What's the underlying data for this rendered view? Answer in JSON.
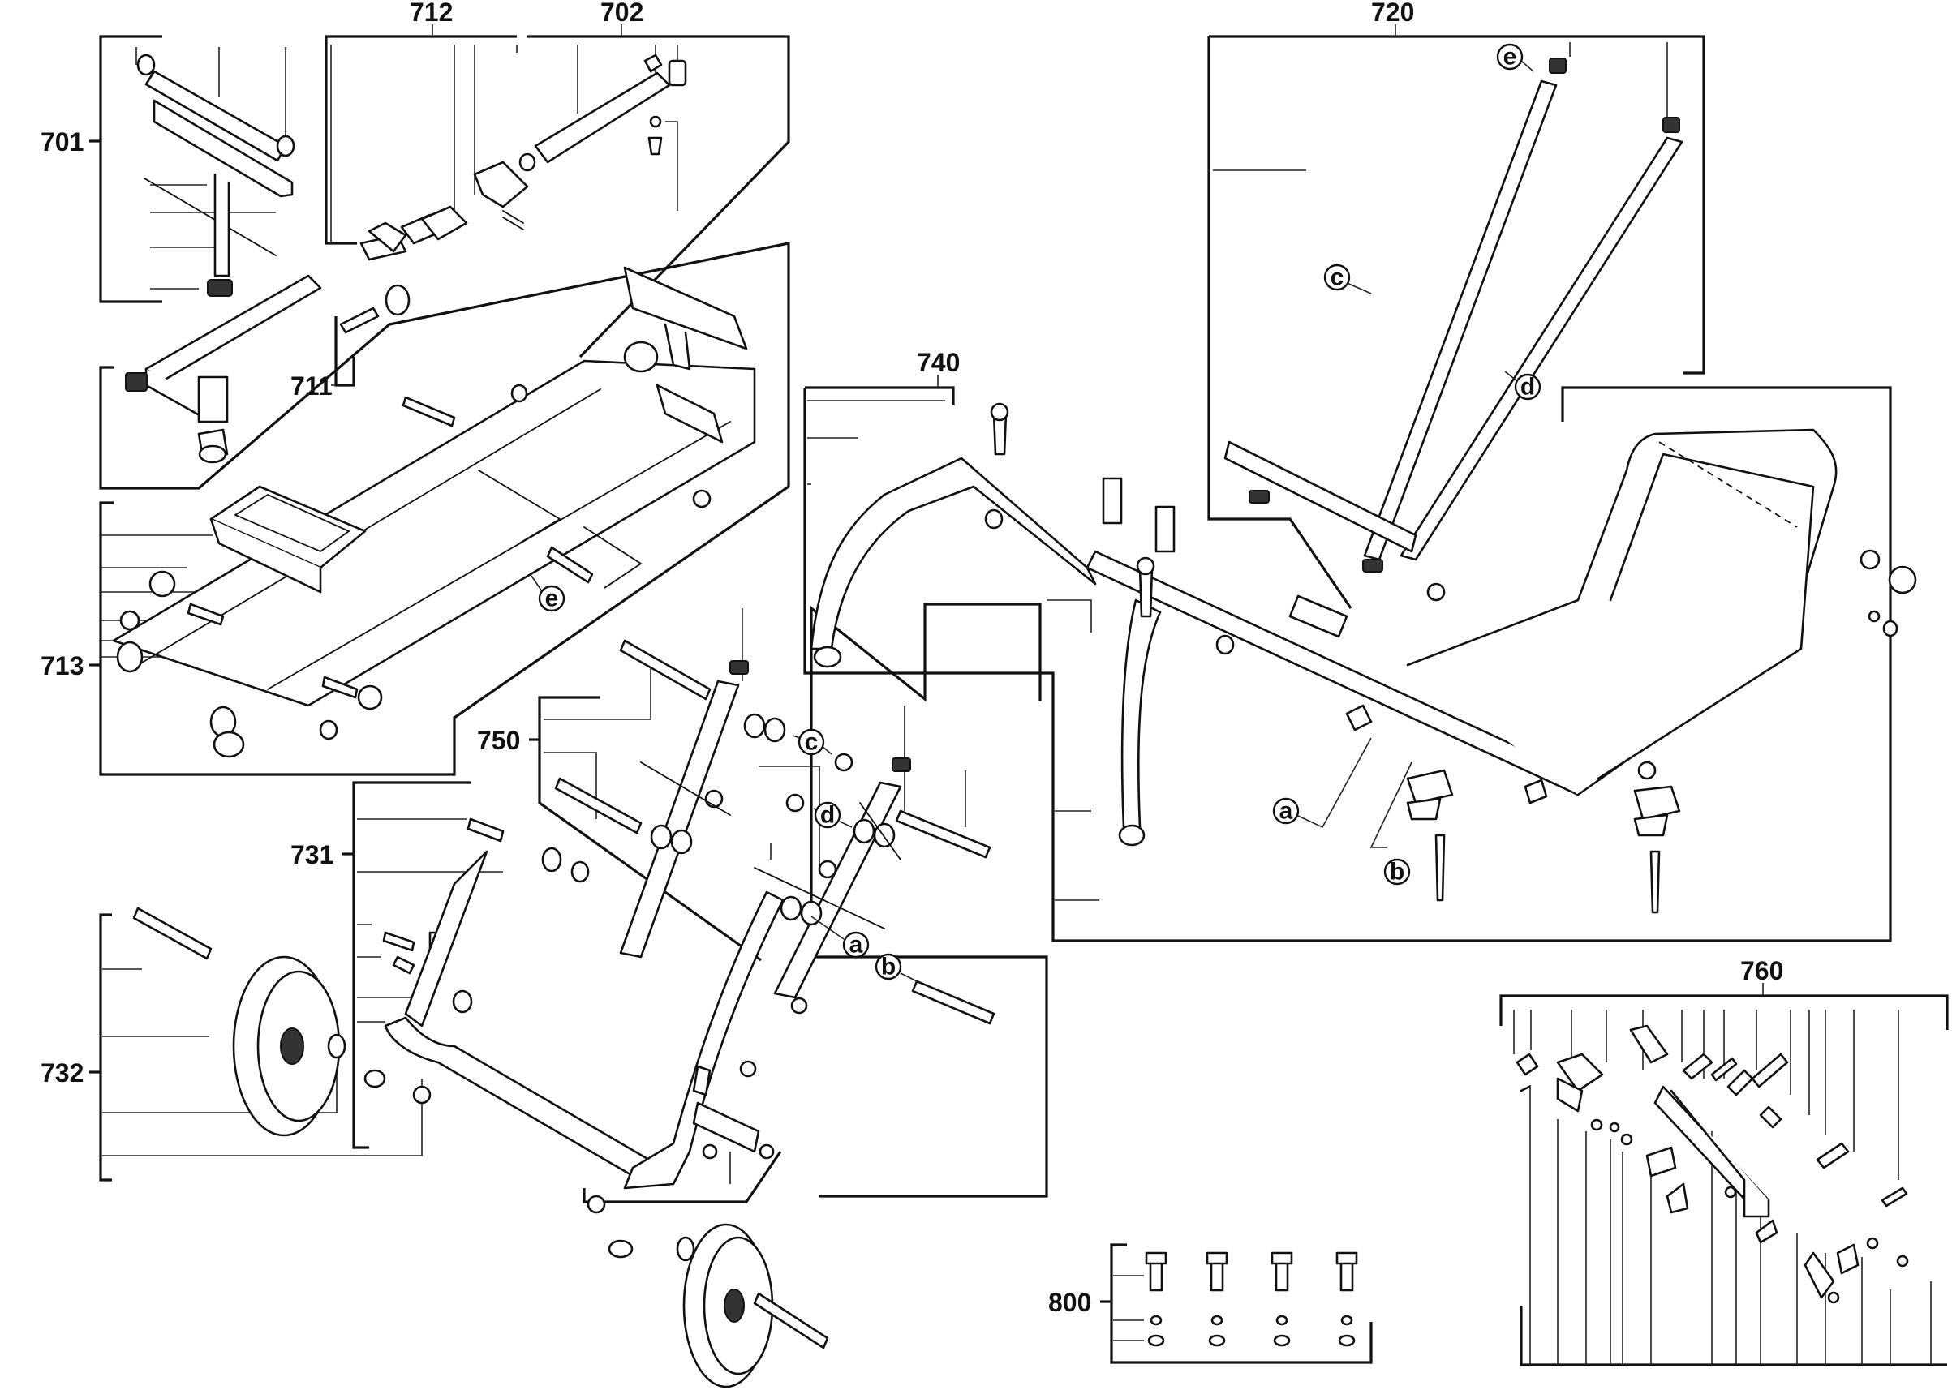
{
  "diagram": {
    "title": "Stand exploded parts diagram",
    "groups": [
      {
        "id": "701",
        "label": "701"
      },
      {
        "id": "702",
        "label": "702"
      },
      {
        "id": "711",
        "label": "711"
      },
      {
        "id": "712",
        "label": "712"
      },
      {
        "id": "713",
        "label": "713"
      },
      {
        "id": "720",
        "label": "720"
      },
      {
        "id": "731",
        "label": "731"
      },
      {
        "id": "732",
        "label": "732"
      },
      {
        "id": "740",
        "label": "740"
      },
      {
        "id": "750",
        "label": "750"
      },
      {
        "id": "760",
        "label": "760"
      },
      {
        "id": "800",
        "label": "800"
      }
    ],
    "callouts": {
      "a": "a",
      "b": "b",
      "c": "c",
      "d": "d",
      "e": "e"
    }
  }
}
